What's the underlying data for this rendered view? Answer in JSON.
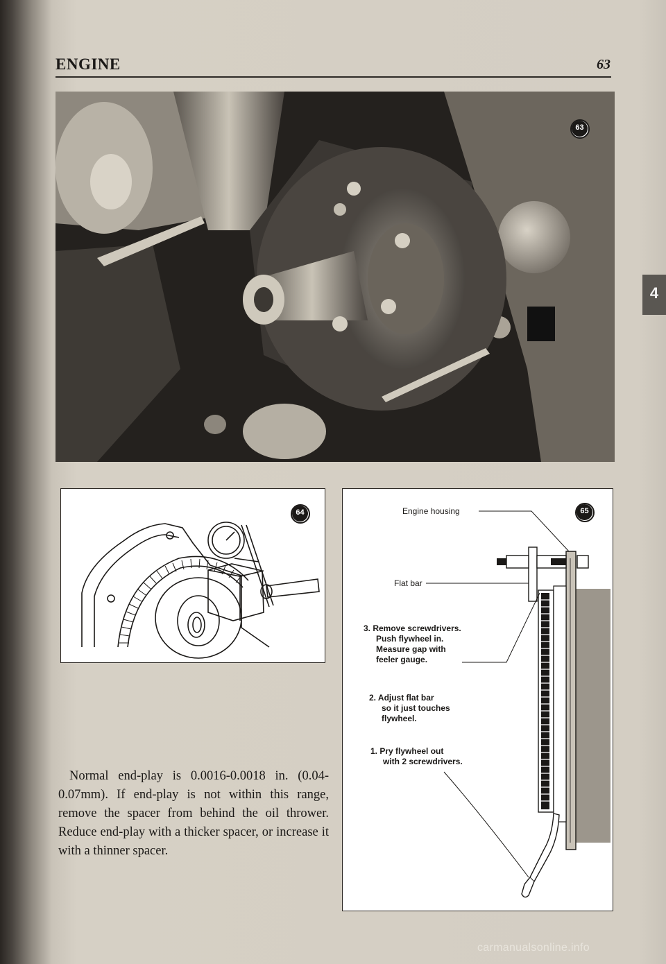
{
  "header": {
    "chapter": "ENGINE",
    "page_number": "63"
  },
  "side_tab": "4",
  "figures": {
    "fig63": {
      "number": "63"
    },
    "fig64": {
      "number": "64"
    },
    "fig65": {
      "number": "65",
      "labels": {
        "engine_housing": "Engine housing",
        "flat_bar": "Flat bar",
        "step3": [
          "3. Remove screwdrivers.",
          "Push flywheel in.",
          "Measure gap with",
          "feeler gauge."
        ],
        "step2": [
          "2. Adjust flat bar",
          "so it just touches",
          "flywheel."
        ],
        "step1": [
          "1. Pry flywheel out",
          "with 2 screwdrivers."
        ]
      }
    }
  },
  "body_text": "Normal end-play is 0.0016-0.0018 in. (0.04-0.07mm). If end-play is not within this range, remove the spacer from behind the oil thrower. Reduce end-play with a thicker spacer, or increase it with a thinner spacer.",
  "watermark": "carmanualsonline.info",
  "colors": {
    "ink": "#1b1917",
    "paper": "#d4cec3",
    "tab": "#5a5752"
  }
}
